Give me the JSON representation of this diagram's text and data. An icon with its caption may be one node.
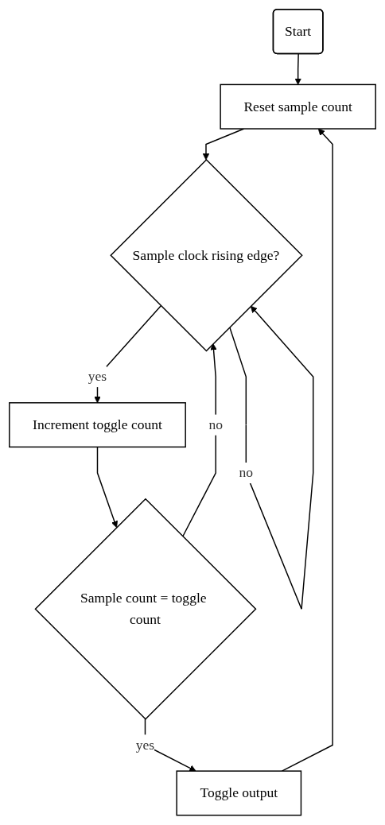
{
  "diagram": {
    "nodes": [
      {
        "text": [
          "Start"
        ]
      },
      {
        "text": [
          "Reset sample count"
        ]
      },
      {
        "text": [
          "Sample clock rising edge?"
        ]
      },
      {
        "text": [
          "Increment toggle count"
        ]
      },
      {
        "text": [
          "Sample count = toggle count"
        ]
      },
      {
        "text": [
          "Toggle output"
        ]
      }
    ],
    "edges": [
      {
        "from": 0,
        "to": 1,
        "arrow": "to"
      },
      {
        "from": 1,
        "to": 2,
        "arrow": "to"
      },
      {
        "from": 2,
        "to": 2,
        "arrow": "to",
        "label": "no"
      },
      {
        "from": 2,
        "to": 3,
        "arrow": "to",
        "label": "yes"
      },
      {
        "from": 3,
        "to": 4,
        "arrow": "to"
      },
      {
        "from": 4,
        "to": 2,
        "arrow": "to",
        "label": "no"
      },
      {
        "from": 4,
        "to": 5,
        "arrow": "to",
        "label": "yes"
      },
      {
        "from": 5,
        "to": 1,
        "arrow": "to"
      }
    ]
  }
}
